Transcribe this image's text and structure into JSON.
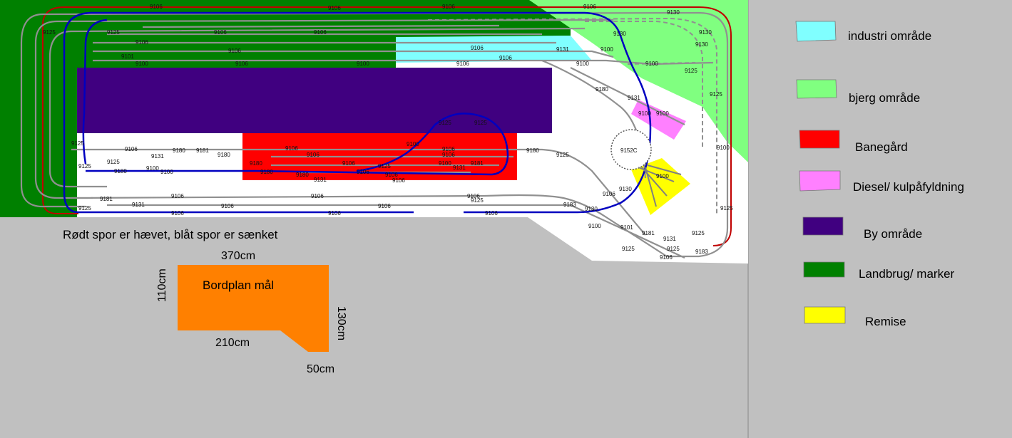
{
  "colors": {
    "canvas": "#c0c0c0",
    "board": "#ffffff",
    "industri": "#80ffff",
    "bjerg": "#80ff80",
    "banegaard": "#ff0000",
    "diesel": "#ff80ff",
    "by": "#400080",
    "landbrug": "#008000",
    "remise": "#ffff00",
    "raised_track": "#c00000",
    "lowered_track": "#0000c0",
    "track": "#909090",
    "bordplan": "#ff8000"
  },
  "legend": [
    {
      "label": "industri område",
      "color": "#80ffff"
    },
    {
      "label": "bjerg område",
      "color": "#80ff80"
    },
    {
      "label": "Banegård",
      "color": "#ff0000"
    },
    {
      "label": "Diesel/ kulpåfyldning",
      "color": "#ff80ff"
    },
    {
      "label": "By område",
      "color": "#400080"
    },
    {
      "label": "Landbrug/ marker",
      "color": "#008000"
    },
    {
      "label": "Remise",
      "color": "#ffff00"
    }
  ],
  "note": "Rødt spor er hævet, blåt spor er sænket",
  "bordplan": {
    "label": "Bordplan mål",
    "top": "370cm",
    "left": "110cm",
    "right": "130cm",
    "bottom": "210cm",
    "corner": "50cm"
  },
  "turntable_label": "9152C",
  "track_labels": [
    "9106",
    "9125",
    "9100",
    "9130",
    "9131",
    "9180",
    "9181",
    "9101",
    "9183",
    "9152C"
  ]
}
